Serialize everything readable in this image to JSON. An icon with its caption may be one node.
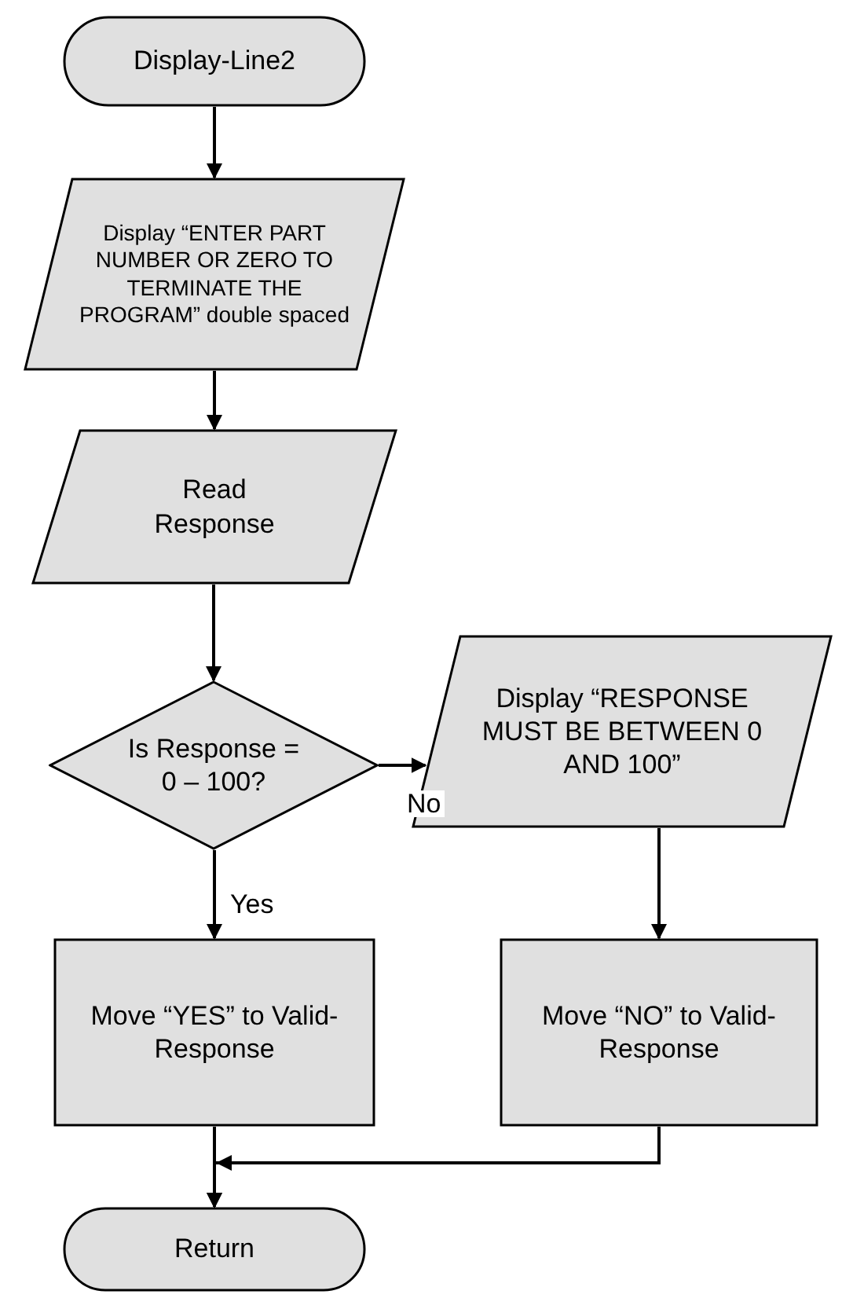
{
  "diagram": {
    "nodes": [
      {
        "text": [
          "Display-Line2"
        ]
      },
      {
        "text": [
          "Display “ENTER PART NUMBER OR ZERO TO TERMINATE THE PROGRAM” double spaced"
        ]
      },
      {
        "text": [
          "Read Response"
        ]
      },
      {
        "text": [
          "Is Response = 0 – 100?"
        ]
      },
      {
        "text": [
          "Display “RESPONSE MUST BE BETWEEN 0 AND 100”"
        ]
      },
      {
        "text": [
          "Move “YES” to Valid-Response"
        ]
      },
      {
        "text": [
          "Move “NO” to Valid-Response"
        ]
      },
      {
        "text": [
          "Return"
        ]
      }
    ],
    "edges": [
      {
        "from": 0,
        "to": 1,
        "arrow": "to"
      },
      {
        "from": 1,
        "to": 2,
        "arrow": "to"
      },
      {
        "from": 2,
        "to": 3,
        "arrow": "to"
      },
      {
        "from": 3,
        "to": 4,
        "arrow": "to",
        "label": "No"
      },
      {
        "from": 3,
        "to": 5,
        "arrow": "to",
        "label": "Yes"
      },
      {
        "from": 4,
        "to": 6,
        "arrow": "to"
      },
      {
        "from": 5,
        "to": 7,
        "arrow": "to"
      },
      {
        "from": 6,
        "to": 7,
        "arrow": "to"
      }
    ]
  }
}
